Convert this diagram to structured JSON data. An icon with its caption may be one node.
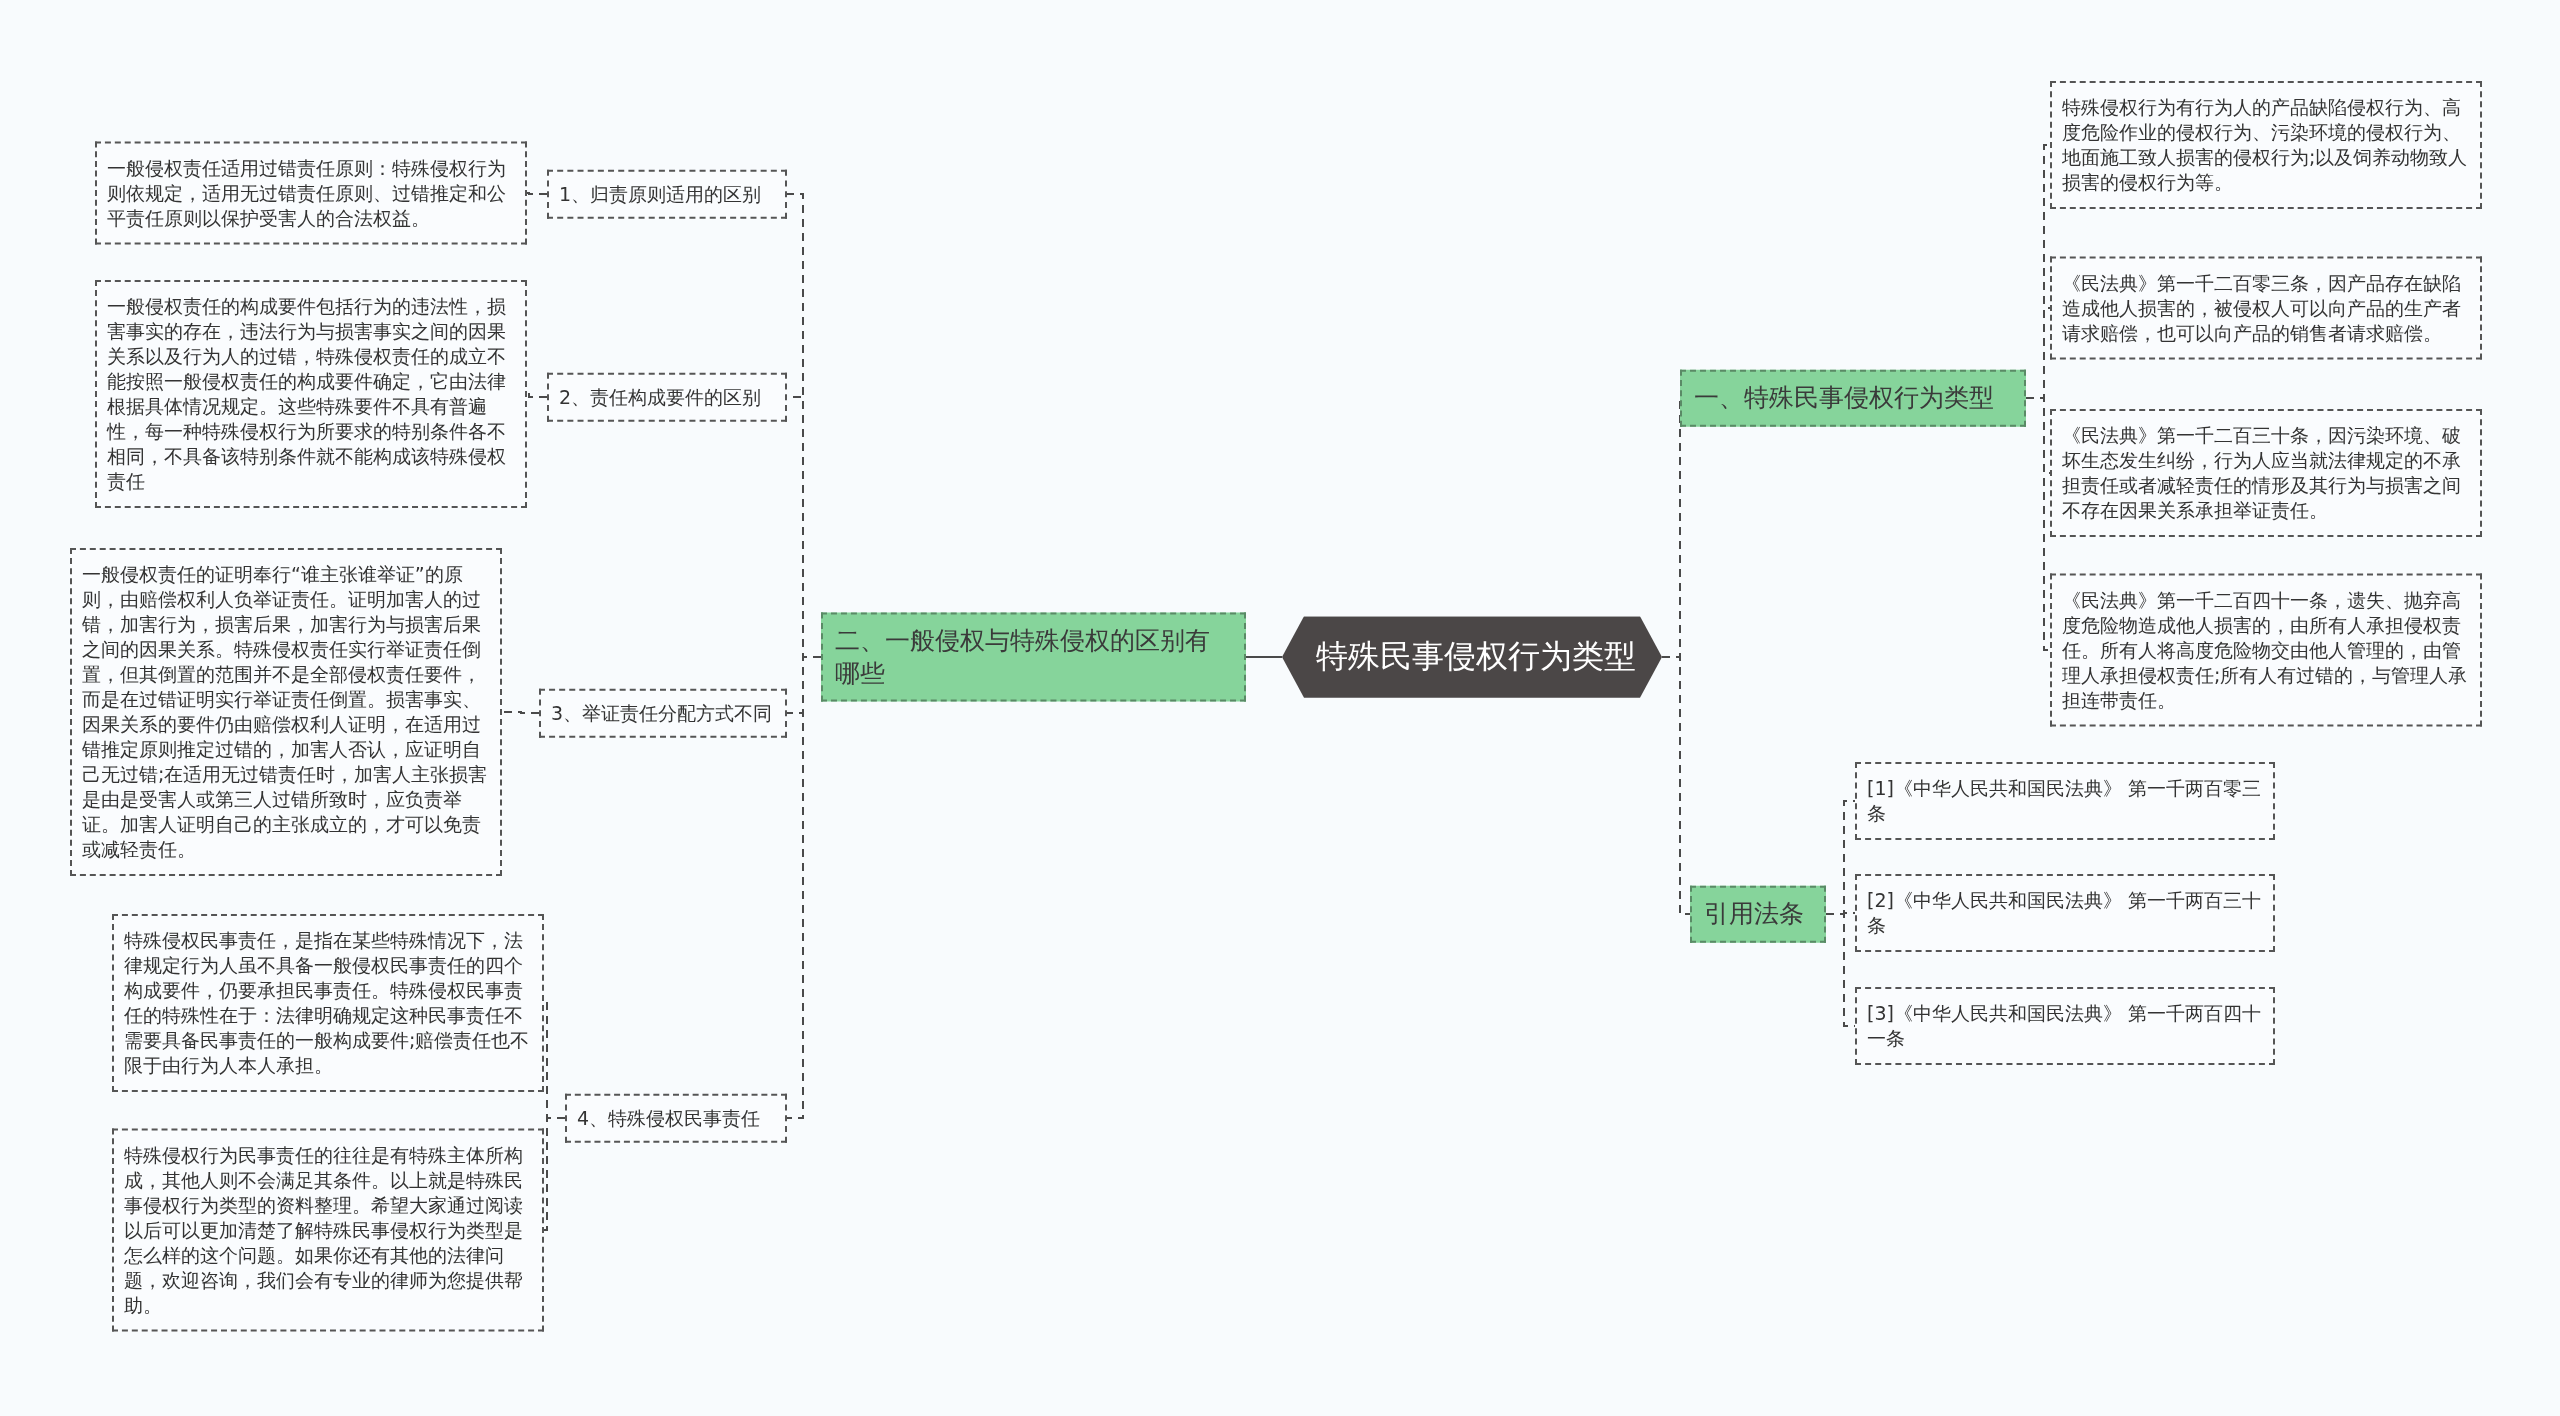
{
  "diagram": {
    "nodes": [
      {
        "text": [
          "特殊民事侵权行为类型"
        ]
      },
      {
        "text": [
          "二、一般侵权与特殊侵权的区别有哪些"
        ]
      },
      {
        "text": [
          "1、归责原则适用的区别"
        ]
      },
      {
        "text": [
          "2、责任构成要件的区别"
        ]
      },
      {
        "text": [
          "3、举证责任分配方式不同"
        ]
      },
      {
        "text": [
          "4、特殊侵权民事责任"
        ]
      },
      {
        "text": [
          "一般侵权责任适用过错责任原则：特殊侵权行为则依规定，适用无过错责任原则、过错推定和公平责任原则以保护受害人的合法权益。"
        ]
      },
      {
        "text": [
          "一般侵权责任的构成要件包括行为的违法性，损害事实的存在，违法行为与损害事实之间的因果关系以及行为人的过错，特殊侵权责任的成立不能按照一般侵权责任的构成要件确定，它由法律根据具体情况规定。这些特殊要件不具有普遍性，每一种特殊侵权行为所要求的特别条件各不相同，不具备该特别条件就不能构成该特殊侵权责任"
        ]
      },
      {
        "text": [
          "一般侵权责任的证明奉行“谁主张谁举证”的原则，由赔偿权利人负举证责任。证明加害人的过错，加害行为，损害后果，加害行为与损害后果之间的因果关系。特殊侵权责任实行举证责任倒置，但其倒置的范围并不是全部侵权责任要件，而是在过错证明实行举证责任倒置。损害事实、因果关系的要件仍由赔偿权利人证明，在适用过错推定原则推定过错的，加害人否认，应证明自己无过错;在适用无过错责任时，加害人主张损害是由是受害人或第三人过错所致时，应负责举证。加害人证明自己的主张成立的，才可以免责或减轻责任。"
        ]
      },
      {
        "text": [
          "特殊侵权民事责任，是指在某些特殊情况下，法律规定行为人虽不具备一般侵权民事责任的四个构成要件，仍要承担民事责任。特殊侵权民事责任的特殊性在于：法律明确规定这种民事责任不需要具备民事责任的一般构成要件;赔偿责任也不限于由行为人本人承担。"
        ]
      },
      {
        "text": [
          "特殊侵权行为民事责任的往往是有特殊主体所构成，其他人则不会满足其条件。以上就是特殊民事侵权行为类型的资料整理。希望大家通过阅读以后可以更加清楚了解特殊民事侵权行为类型是怎么样的这个问题。如果你还有其他的法律问题，欢迎咨询，我们会有专业的律师为您提供帮助。"
        ]
      },
      {
        "text": [
          "一、特殊民事侵权行为类型"
        ]
      },
      {
        "text": [
          "特殊侵权行为有行为人的产品缺陷侵权行为、高度危险作业的侵权行为、污染环境的侵权行为、地面施工致人损害的侵权行为;以及饲养动物致人损害的侵权行为等。"
        ]
      },
      {
        "text": [
          "《民法典》第一千二百零三条，因产品存在缺陷造成他人损害的，被侵权人可以向产品的生产者请求赔偿，也可以向产品的销售者请求赔偿。"
        ]
      },
      {
        "text": [
          "《民法典》第一千二百三十条，因污染环境、破坏生态发生纠纷，行为人应当就法律规定的不承担责任或者减轻责任的情形及其行为与损害之间不存在因果关系承担举证责任。"
        ]
      },
      {
        "text": [
          "《民法典》第一千二百四十一条，遗失、抛弃高度危险物造成他人损害的，由所有人承担侵权责任。所有人将高度危险物交由他人管理的，由管理人承担侵权责任;所有人有过错的，与管理人承担连带责任。"
        ]
      },
      {
        "text": [
          "引用法条"
        ]
      },
      {
        "text": [
          "[1]《中华人民共和国民法典》 第一千两百零三条"
        ]
      },
      {
        "text": [
          "[2]《中华人民共和国民法典》 第一千两百三十条"
        ]
      },
      {
        "text": [
          "[3]《中华人民共和国民法典》 第一千两百四十一条"
        ]
      }
    ],
    "edges": [
      {
        "from": 0,
        "to": 1,
        "arrow": "none"
      },
      {
        "from": 1,
        "to": 2,
        "arrow": "none",
        "style": "dashed"
      },
      {
        "from": 1,
        "to": 3,
        "arrow": "none",
        "style": "dashed"
      },
      {
        "from": 1,
        "to": 4,
        "arrow": "none",
        "style": "dashed"
      },
      {
        "from": 1,
        "to": 5,
        "arrow": "none",
        "style": "dashed"
      },
      {
        "from": 2,
        "to": 6,
        "arrow": "none",
        "style": "dashed"
      },
      {
        "from": 3,
        "to": 7,
        "arrow": "none",
        "style": "dashed"
      },
      {
        "from": 4,
        "to": 8,
        "arrow": "none",
        "style": "dashed"
      },
      {
        "from": 5,
        "to": 9,
        "arrow": "none",
        "style": "dashed"
      },
      {
        "from": 5,
        "to": 10,
        "arrow": "none",
        "style": "dashed"
      },
      {
        "from": 0,
        "to": 11,
        "arrow": "none",
        "style": "dashed"
      },
      {
        "from": 0,
        "to": 16,
        "arrow": "none",
        "style": "dashed"
      },
      {
        "from": 11,
        "to": 12,
        "arrow": "none",
        "style": "dashed"
      },
      {
        "from": 11,
        "to": 13,
        "arrow": "none",
        "style": "dashed"
      },
      {
        "from": 11,
        "to": 14,
        "arrow": "none",
        "style": "dashed"
      },
      {
        "from": 11,
        "to": 15,
        "arrow": "none",
        "style": "dashed"
      },
      {
        "from": 16,
        "to": 17,
        "arrow": "none",
        "style": "dashed"
      },
      {
        "from": 16,
        "to": 18,
        "arrow": "none",
        "style": "dashed"
      },
      {
        "from": 16,
        "to": 19,
        "arrow": "none",
        "style": "dashed"
      }
    ]
  }
}
